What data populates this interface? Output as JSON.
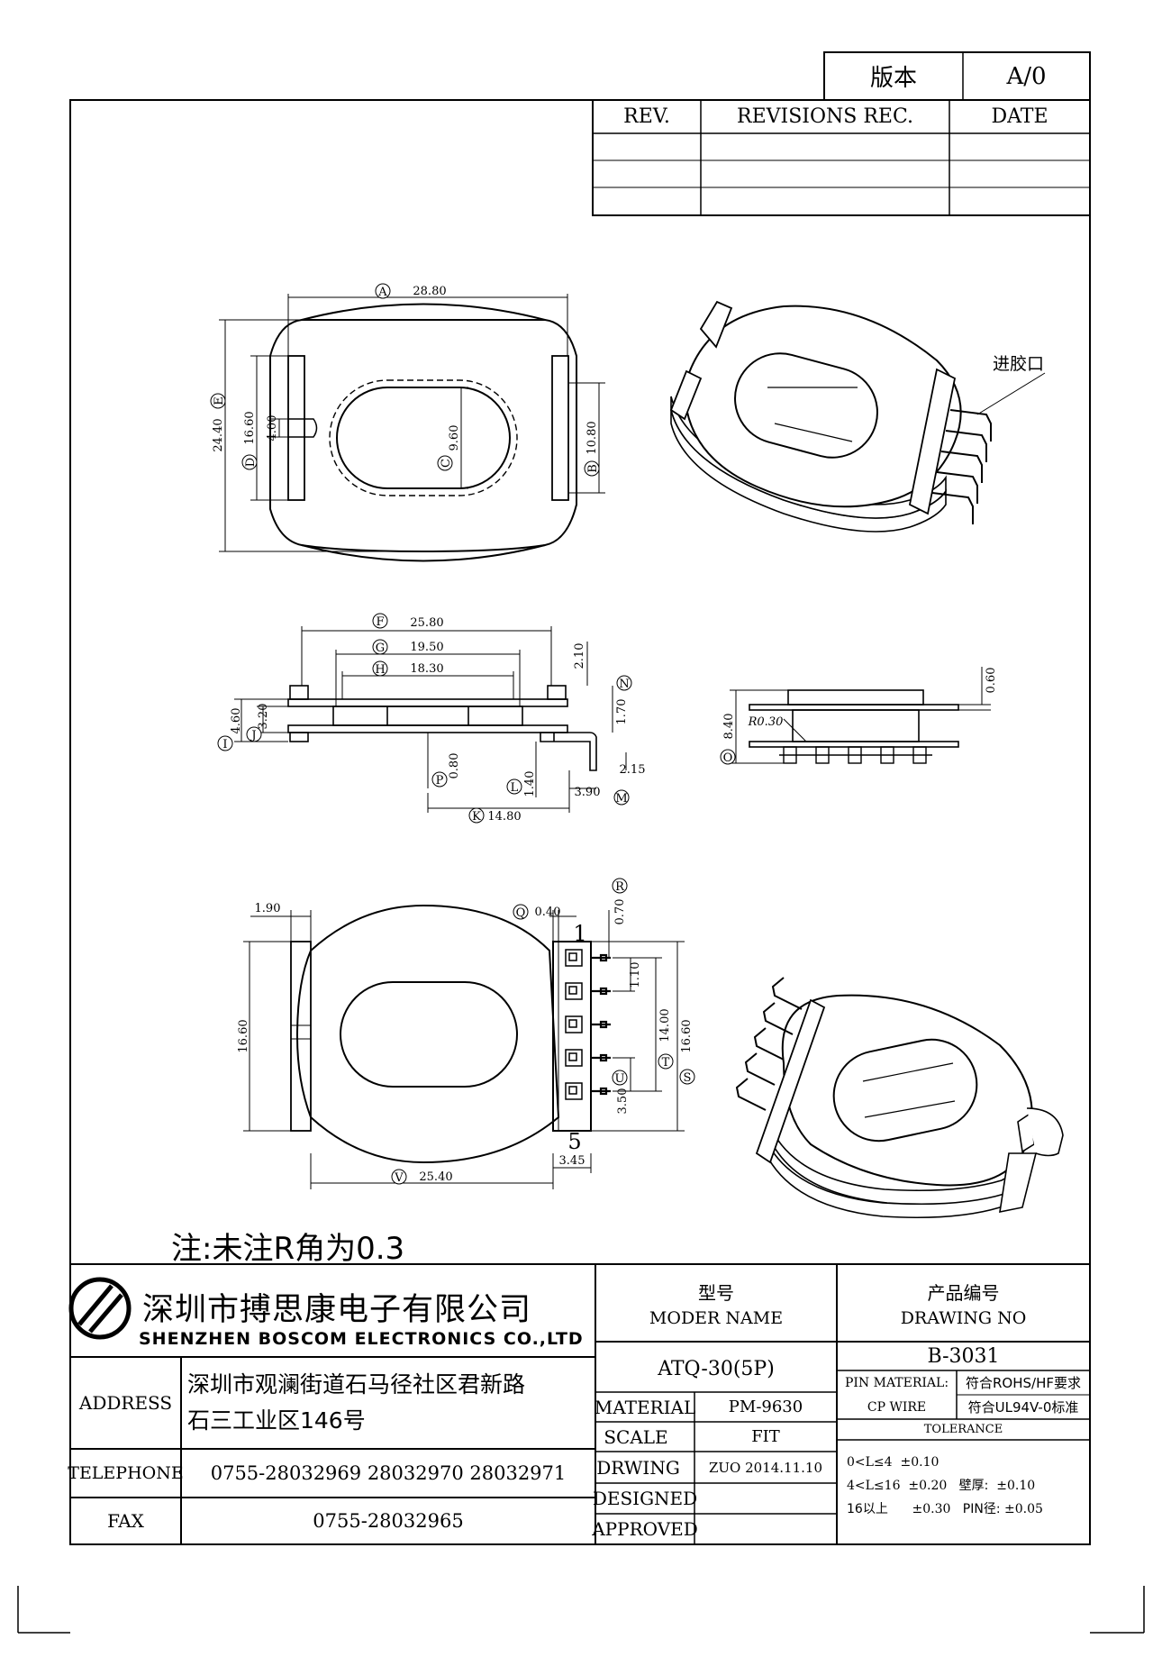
{
  "version_box": {
    "label": "版本",
    "value": "A/0"
  },
  "revisions": {
    "col_rev": "REV.",
    "col_rec": "REVISIONS REC.",
    "col_date": "DATE"
  },
  "note": "注:未注R角为0.3",
  "annotation_gate": "进胶口",
  "company": {
    "name_cn": "深圳市搏思康电子有限公司",
    "name_en": "SHENZHEN BOSCOM ELECTRONICS CO.,LTD"
  },
  "address": {
    "label": "ADDRESS",
    "line1": "深圳市观澜街道石马径社区君新路",
    "line2": "石三工业区146号"
  },
  "telephone": {
    "label": "TELEPHONE",
    "value": "0755-28032969 28032970 28032971"
  },
  "fax": {
    "label": "FAX",
    "value": "0755-28032965"
  },
  "model": {
    "label_cn": "型号",
    "label_en": "MODER NAME",
    "value": "ATQ-30(5P)"
  },
  "drawing_no": {
    "label_cn": "产品编号",
    "label_en": "DRAWING NO",
    "value": "B-3031"
  },
  "material": {
    "label": "MATERIAL",
    "value": "PM-9630"
  },
  "scale": {
    "label": "SCALE",
    "value": "FIT"
  },
  "drwing": {
    "label": "DRWING",
    "value": "ZUO 2014.11.10"
  },
  "designed": {
    "label": "DESIGNED"
  },
  "approved": {
    "label": "APPROVED"
  },
  "pin_material": {
    "label": "PIN MATERIAL:",
    "value": "CP WIRE",
    "rohs": "符合ROHS/HF要求",
    "ul": "符合UL94V-0标准"
  },
  "tolerance": {
    "title": "TOLERANCE",
    "r1_range": "0<L≤4",
    "r1_val": "±0.10",
    "r2_range": "4<L≤16",
    "r2_val": "±0.20",
    "r3_range": "16以上",
    "r3_val": "±0.30",
    "wall_label": "壁厚:",
    "wall_val": "±0.10",
    "pin_label": "PIN径:",
    "pin_val": "±0.05"
  },
  "dims_top": {
    "A": {
      "tag": "A",
      "value": "28.80"
    },
    "B": {
      "tag": "B",
      "value": "10.80"
    },
    "C": {
      "tag": "C",
      "value": "9.60"
    },
    "D": {
      "tag": "D",
      "value": "16.60"
    },
    "E": {
      "tag": "E",
      "value": "24.40"
    },
    "slot": "4.00"
  },
  "dims_side": {
    "F": {
      "tag": "F",
      "value": "25.80"
    },
    "G": {
      "tag": "G",
      "value": "19.50"
    },
    "H": {
      "tag": "H",
      "value": "18.30"
    },
    "I": {
      "tag": "I",
      "value": "4.60"
    },
    "J": {
      "tag": "J",
      "value": "3.20"
    },
    "K": {
      "tag": "K",
      "value": "14.80"
    },
    "L": {
      "tag": "L",
      "value": "1.40"
    },
    "M": {
      "tag": "M",
      "value": "3.90"
    },
    "N": {
      "tag": "N",
      "value": "1.70"
    },
    "P": {
      "tag": "P",
      "value": "0.80"
    },
    "top_gap": "2.10",
    "pin_h": "2.15"
  },
  "dims_end": {
    "O": {
      "tag": "O",
      "value": "8.40"
    },
    "radius": "R0.30",
    "top": "0.60"
  },
  "dims_bottom": {
    "Q": {
      "tag": "Q",
      "value": "0.40"
    },
    "R": {
      "tag": "R",
      "value": "0.70"
    },
    "S": {
      "tag": "S",
      "value": "16.60"
    },
    "T": {
      "tag": "T",
      "value": "14.00"
    },
    "U": {
      "tag": "U",
      "value": "3.50"
    },
    "V": {
      "tag": "V",
      "value": "25.40"
    },
    "left": "1.90",
    "height": "16.60",
    "pitch": "1.10",
    "pin_out": "3.45",
    "pin1": "1",
    "pin5": "5"
  }
}
